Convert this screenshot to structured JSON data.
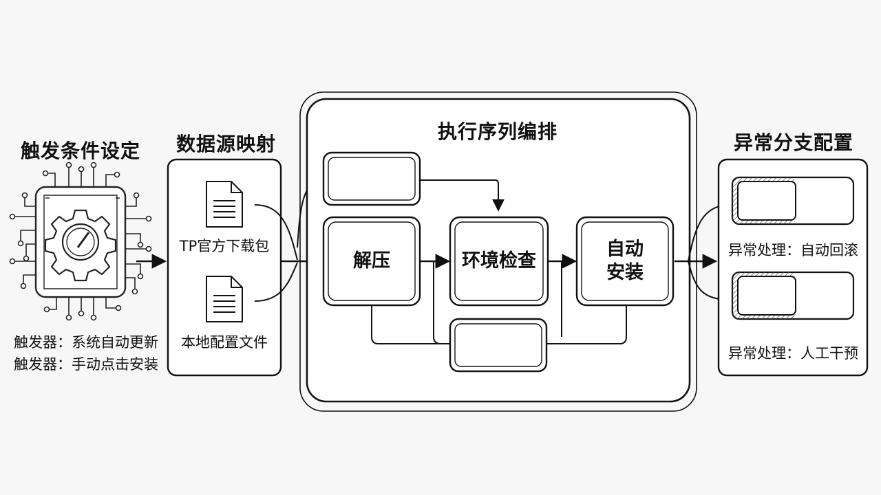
{
  "trigger": {
    "title": "触发条件设定",
    "items": [
      "触发器：系统自动更新",
      "触发器：手动点击安装"
    ]
  },
  "data_source": {
    "title": "数据源映射",
    "files": [
      "TP官方下载包",
      "本地配置文件"
    ]
  },
  "execution": {
    "title": "执行序列编排",
    "nodes": {
      "unzip": "解压",
      "env_check": "环境检查",
      "auto_install_line1": "自动",
      "auto_install_line2": "安装"
    }
  },
  "exception": {
    "title": "异常分支配置",
    "branches": [
      "异常处理：自动回滚",
      "异常处理：人工干预"
    ]
  }
}
